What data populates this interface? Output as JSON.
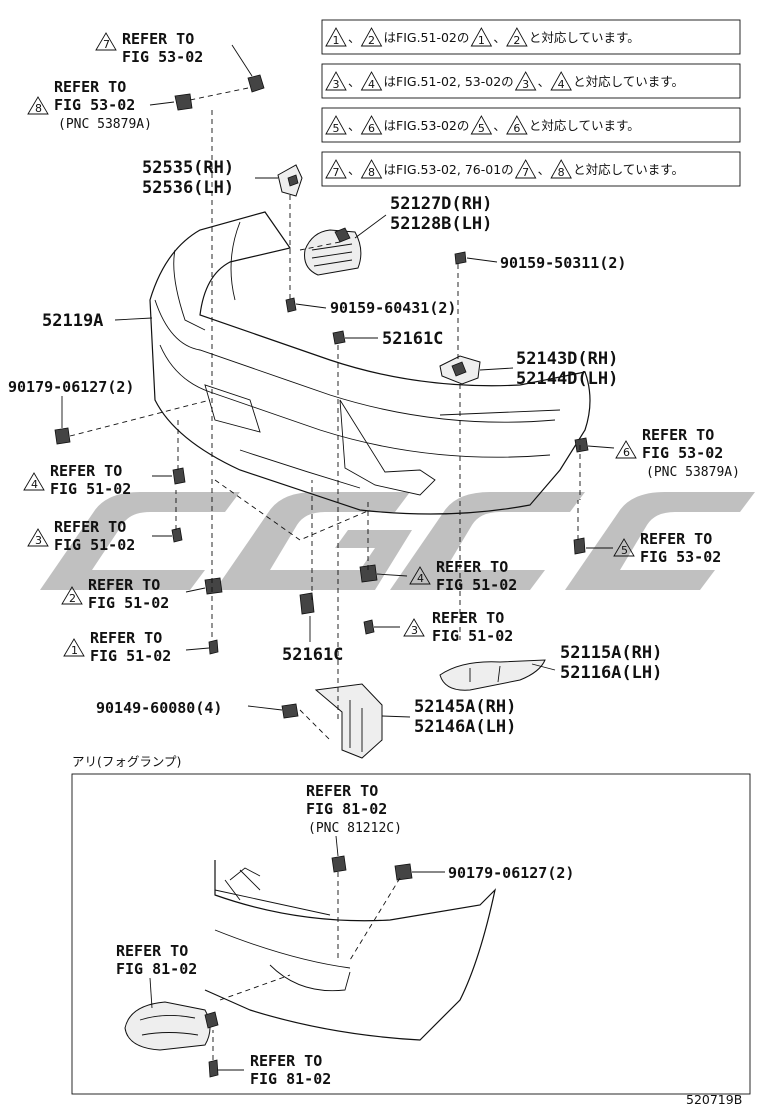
{
  "notes": [
    {
      "pre": [
        "1",
        "2"
      ],
      "text": "はFIG.51-02の",
      "post": [
        "1",
        "2"
      ],
      "tail": "と対応しています。"
    },
    {
      "pre": [
        "3",
        "4"
      ],
      "text": "はFIG.51-02, 53-02の",
      "post": [
        "3",
        "4"
      ],
      "tail": "と対応しています。"
    },
    {
      "pre": [
        "5",
        "6"
      ],
      "text": "はFIG.53-02の",
      "post": [
        "5",
        "6"
      ],
      "tail": "と対応しています。"
    },
    {
      "pre": [
        "7",
        "8"
      ],
      "text": "はFIG.53-02, 76-01の",
      "post": [
        "7",
        "8"
      ],
      "tail": "と対応しています。"
    }
  ],
  "refs": {
    "r7_a": "REFER TO",
    "r7_b": "FIG 53-02",
    "r7_n": "7",
    "r8_a": "REFER TO",
    "r8_b": "FIG 53-02",
    "r8_c": "(PNC 53879A)",
    "r8_n": "8",
    "r6_a": "REFER TO",
    "r6_b": "FIG 53-02",
    "r6_c": "(PNC 53879A)",
    "r6_n": "6",
    "r5_a": "REFER TO",
    "r5_b": "FIG 53-02",
    "r5_n": "5",
    "r4L_a": "REFER TO",
    "r4L_b": "FIG 51-02",
    "r4L_n": "4",
    "r3L_a": "REFER TO",
    "r3L_b": "FIG 51-02",
    "r3L_n": "3",
    "r2_a": "REFER TO",
    "r2_b": "FIG 51-02",
    "r2_n": "2",
    "r1_a": "REFER TO",
    "r1_b": "FIG 51-02",
    "r1_n": "1",
    "r4R_a": "REFER TO",
    "r4R_b": "FIG 51-02",
    "r4R_n": "4",
    "r3R_a": "REFER TO",
    "r3R_b": "FIG 51-02",
    "r3R_n": "3",
    "f81a_a": "REFER TO",
    "f81a_b": "FIG 81-02",
    "f81a_c": "(PNC 81212C)",
    "f81b_a": "REFER TO",
    "f81b_b": "FIG 81-02",
    "f81c_a": "REFER TO",
    "f81c_b": "FIG 81-02"
  },
  "parts": {
    "p52535": "52535(RH)",
    "p52536": "52536(LH)",
    "p52127": "52127D(RH)",
    "p52128": "52128B(LH)",
    "p90159_503": "90159-50311(2)",
    "p90159_604": "90159-60431(2)",
    "p52119": "52119A",
    "p52161_top": "52161C",
    "p52143": "52143D(RH)",
    "p52144": "52144D(LH)",
    "p90179_a": "90179-06127(2)",
    "p52161_bot": "52161C",
    "p52115": "52115A(RH)",
    "p52116": "52116A(LH)",
    "p90149": "90149-60080(4)",
    "p52145": "52145A(RH)",
    "p52146": "52146A(LH)",
    "p90179_b": "90179-06127(2)"
  },
  "inset_title": "アリ(フォグランプ)",
  "figure_id": "520719B"
}
